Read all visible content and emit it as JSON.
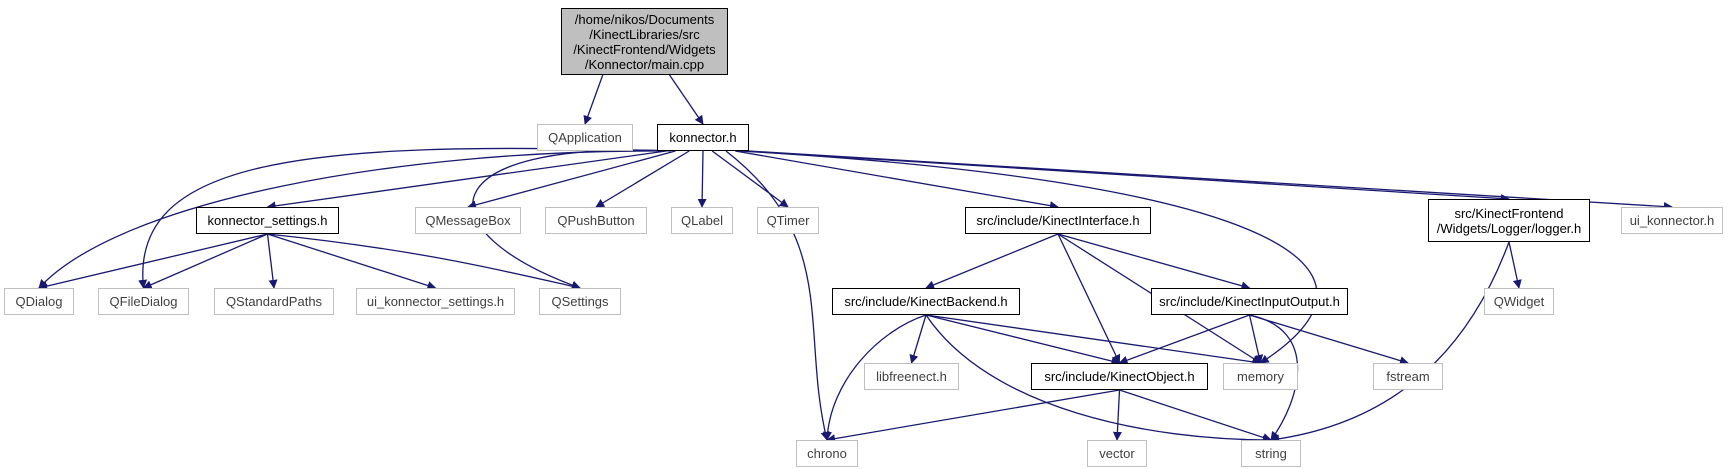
{
  "graph": {
    "edge_color": "#191970",
    "nodes": [
      {
        "id": "main",
        "lines": [
          "/home/nikos/Documents",
          "/KinectLibraries/src",
          "/KinectFrontend/Widgets",
          "/Konnector/main.cpp"
        ],
        "style": "root"
      },
      {
        "id": "qapplication",
        "lines": [
          "QApplication"
        ],
        "style": "system"
      },
      {
        "id": "konnector_h",
        "lines": [
          "konnector.h"
        ],
        "style": "project"
      },
      {
        "id": "konnector_settings_h",
        "lines": [
          "konnector_settings.h"
        ],
        "style": "project"
      },
      {
        "id": "qmessagebox",
        "lines": [
          "QMessageBox"
        ],
        "style": "system"
      },
      {
        "id": "qpushbutton",
        "lines": [
          "QPushButton"
        ],
        "style": "system"
      },
      {
        "id": "qlabel",
        "lines": [
          "QLabel"
        ],
        "style": "system"
      },
      {
        "id": "qtimer",
        "lines": [
          "QTimer"
        ],
        "style": "system"
      },
      {
        "id": "kinectinterface_h",
        "lines": [
          "src/include/KinectInterface.h"
        ],
        "style": "project"
      },
      {
        "id": "logger_h",
        "lines": [
          "src/KinectFrontend",
          "/Widgets/Logger/logger.h"
        ],
        "style": "project"
      },
      {
        "id": "ui_konnector_h",
        "lines": [
          "ui_konnector.h"
        ],
        "style": "system"
      },
      {
        "id": "qdialog",
        "lines": [
          "QDialog"
        ],
        "style": "system"
      },
      {
        "id": "qfiledialog",
        "lines": [
          "QFileDialog"
        ],
        "style": "system"
      },
      {
        "id": "qstandardpaths",
        "lines": [
          "QStandardPaths"
        ],
        "style": "system"
      },
      {
        "id": "ui_konnector_settings_h",
        "lines": [
          "ui_konnector_settings.h"
        ],
        "style": "system"
      },
      {
        "id": "qsettings",
        "lines": [
          "QSettings"
        ],
        "style": "system"
      },
      {
        "id": "kinectbackend_h",
        "lines": [
          "src/include/KinectBackend.h"
        ],
        "style": "project"
      },
      {
        "id": "kinectinputoutput_h",
        "lines": [
          "src/include/KinectInputOutput.h"
        ],
        "style": "project"
      },
      {
        "id": "qwidget",
        "lines": [
          "QWidget"
        ],
        "style": "system"
      },
      {
        "id": "libfreenect_h",
        "lines": [
          "libfreenect.h"
        ],
        "style": "system"
      },
      {
        "id": "kinectobject_h",
        "lines": [
          "src/include/KinectObject.h"
        ],
        "style": "project"
      },
      {
        "id": "memory",
        "lines": [
          "memory"
        ],
        "style": "system"
      },
      {
        "id": "fstream",
        "lines": [
          "fstream"
        ],
        "style": "system"
      },
      {
        "id": "chrono",
        "lines": [
          "chrono"
        ],
        "style": "system"
      },
      {
        "id": "vector",
        "lines": [
          "vector"
        ],
        "style": "system"
      },
      {
        "id": "string",
        "lines": [
          "string"
        ],
        "style": "system"
      }
    ],
    "edges": [
      {
        "from": "main",
        "to": "qapplication"
      },
      {
        "from": "main",
        "to": "konnector_h"
      },
      {
        "from": "konnector_h",
        "to": "qdialog"
      },
      {
        "from": "konnector_h",
        "to": "qfiledialog"
      },
      {
        "from": "konnector_h",
        "to": "konnector_settings_h"
      },
      {
        "from": "konnector_h",
        "to": "qsettings"
      },
      {
        "from": "konnector_h",
        "to": "qmessagebox"
      },
      {
        "from": "konnector_h",
        "to": "qpushbutton"
      },
      {
        "from": "konnector_h",
        "to": "qlabel"
      },
      {
        "from": "konnector_h",
        "to": "qtimer"
      },
      {
        "from": "konnector_h",
        "to": "chrono"
      },
      {
        "from": "konnector_h",
        "to": "kinectinterface_h"
      },
      {
        "from": "konnector_h",
        "to": "memory"
      },
      {
        "from": "konnector_h",
        "to": "logger_h"
      },
      {
        "from": "konnector_h",
        "to": "ui_konnector_h"
      },
      {
        "from": "konnector_settings_h",
        "to": "qdialog"
      },
      {
        "from": "konnector_settings_h",
        "to": "qfiledialog"
      },
      {
        "from": "konnector_settings_h",
        "to": "qstandardpaths"
      },
      {
        "from": "konnector_settings_h",
        "to": "ui_konnector_settings_h"
      },
      {
        "from": "konnector_settings_h",
        "to": "qsettings"
      },
      {
        "from": "kinectinterface_h",
        "to": "kinectbackend_h"
      },
      {
        "from": "kinectinterface_h",
        "to": "kinectobject_h"
      },
      {
        "from": "kinectinterface_h",
        "to": "memory"
      },
      {
        "from": "kinectinterface_h",
        "to": "kinectinputoutput_h"
      },
      {
        "from": "kinectbackend_h",
        "to": "chrono"
      },
      {
        "from": "kinectbackend_h",
        "to": "libfreenect_h"
      },
      {
        "from": "kinectbackend_h",
        "to": "kinectobject_h"
      },
      {
        "from": "kinectbackend_h",
        "to": "memory"
      },
      {
        "from": "kinectbackend_h",
        "to": "string"
      },
      {
        "from": "kinectinputoutput_h",
        "to": "kinectobject_h"
      },
      {
        "from": "kinectinputoutput_h",
        "to": "memory"
      },
      {
        "from": "kinectinputoutput_h",
        "to": "string"
      },
      {
        "from": "kinectinputoutput_h",
        "to": "fstream"
      },
      {
        "from": "kinectobject_h",
        "to": "chrono"
      },
      {
        "from": "kinectobject_h",
        "to": "vector"
      },
      {
        "from": "kinectobject_h",
        "to": "string"
      },
      {
        "from": "logger_h",
        "to": "qwidget"
      },
      {
        "from": "logger_h",
        "to": "string"
      }
    ]
  }
}
